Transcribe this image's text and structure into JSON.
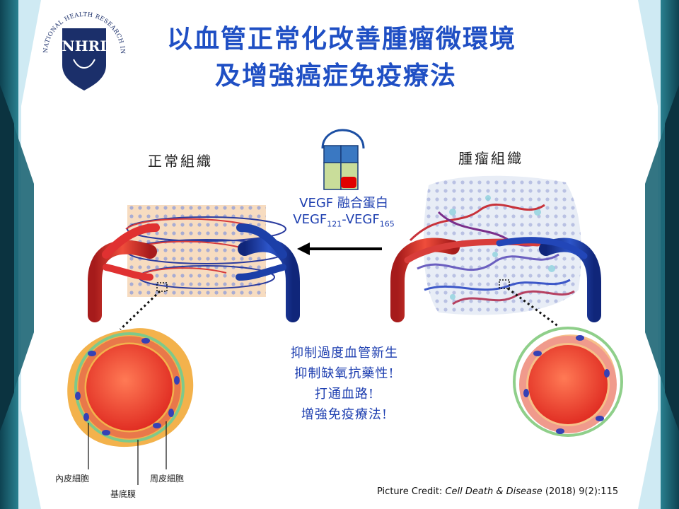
{
  "slide": {
    "title_line1": "以血管正常化改善腫瘤微環境",
    "title_line2": "及增強癌症免疫療法"
  },
  "logo": {
    "text_ring": "NATIONAL HEALTH RESEARCH INSTITUTES",
    "monogram": "NHRI"
  },
  "labels": {
    "normal_tissue": "正常組織",
    "tumor_tissue": "腫瘤組織",
    "endothelial": "內皮細胞",
    "basement": "基底膜",
    "pericyte": "周皮細胞"
  },
  "vegf": {
    "line1": "VEGF 融合蛋白",
    "p1": "VEGF",
    "s1": "121",
    "p2": "-VEGF",
    "s2": "165"
  },
  "effects": [
    "抑制過度血管新生",
    "抑制缺氧抗藥性!",
    "打通血路!",
    "增強免疫療法!"
  ],
  "credit": {
    "prefix": "Picture Credit: ",
    "journal": "Cell Death & Disease",
    "suffix": "  (2018) 9(2):115"
  },
  "colors": {
    "title": "#1f4fc4",
    "artery": "#e03131",
    "vein": "#1c3fa8",
    "frame": "#1b5e6e",
    "accent": "#bfe4ef"
  }
}
